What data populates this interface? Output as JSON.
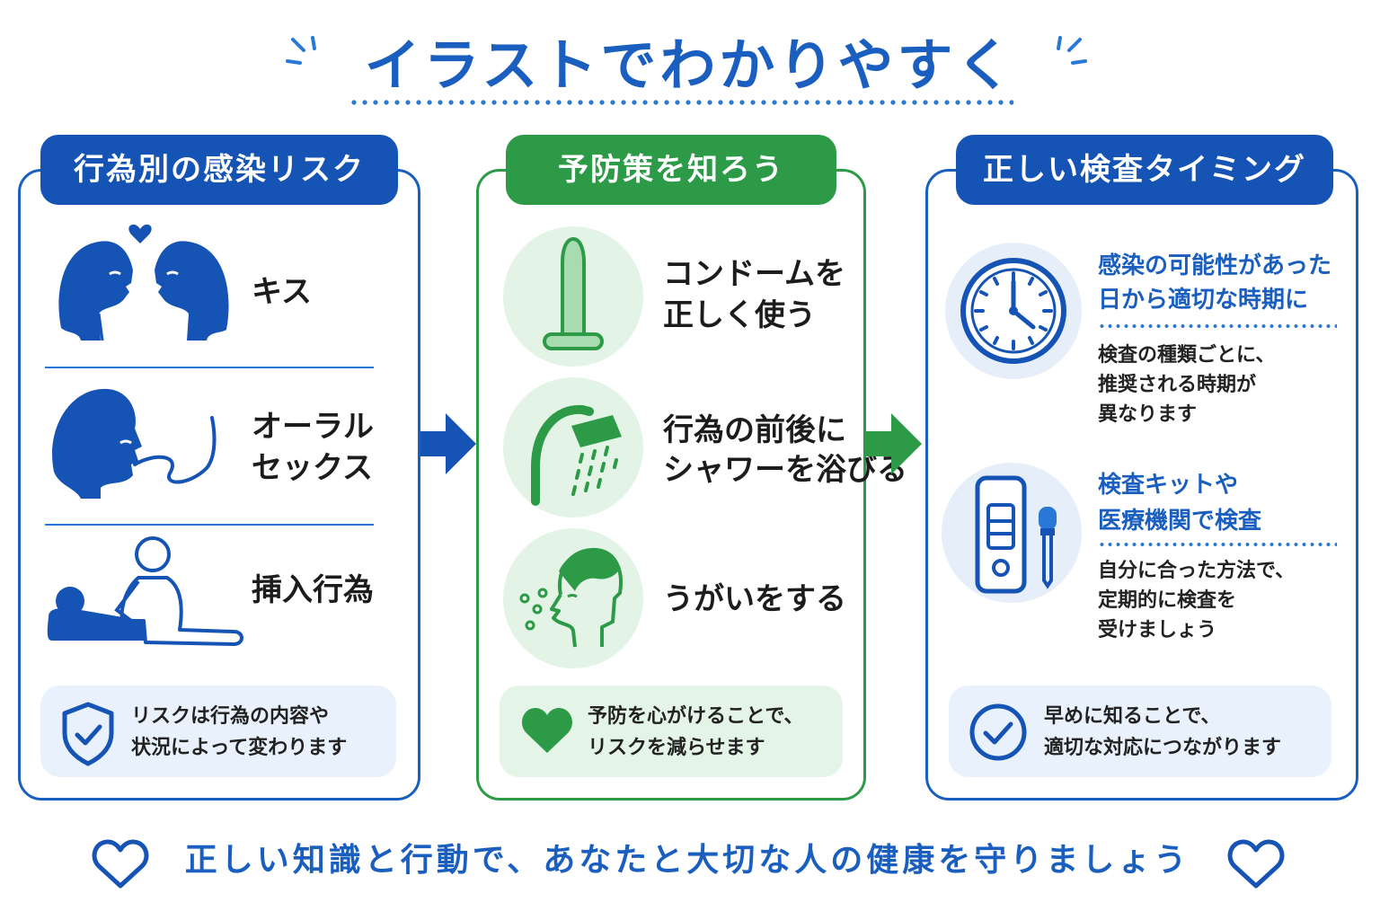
{
  "title": "イラストでわかりやすく",
  "panels": {
    "risk": {
      "heading": "行為別の感染リスク",
      "items": [
        {
          "label_line1": "キス",
          "label_line2": ""
        },
        {
          "label_line1": "オーラル",
          "label_line2": "セックス"
        },
        {
          "label_line1": "挿入行為",
          "label_line2": ""
        }
      ],
      "note_line1": "リスクは行為の内容や",
      "note_line2": "状況によって変わります"
    },
    "prevention": {
      "heading": "予防策を知ろう",
      "items": [
        {
          "label_line1": "コンドームを",
          "label_line2": "正しく使う"
        },
        {
          "label_line1": "行為の前後に",
          "label_line2": "シャワーを浴びる"
        },
        {
          "label_line1": "うがいをする",
          "label_line2": ""
        }
      ],
      "note_line1": "予防を心がけることで、",
      "note_line2": "リスクを減らせます"
    },
    "testing": {
      "heading": "正しい検査タイミング",
      "section1": {
        "title_line1": "感染の可能性があった",
        "title_line2": "日から適切な時期に",
        "body_line1": "検査の種類ごとに、",
        "body_line2": "推奨される時期が",
        "body_line3": "異なります"
      },
      "section2": {
        "title_line1": "検査キットや",
        "title_line2": "医療機関で検査",
        "body_line1": "自分に合った方法で、",
        "body_line2": "定期的に検査を",
        "body_line3": "受けましょう"
      },
      "note_line1": "早めに知ることで、",
      "note_line2": "適切な対応につながります"
    }
  },
  "bottom_message": "正しい知識と行動で、あなたと大切な人の健康を守りましょう",
  "colors": {
    "primary_blue": "#1553b5",
    "accent_blue": "#2a78d6",
    "primary_green": "#2c9a47",
    "light_blue_bg": "#e8f1fc",
    "light_green_bg": "#e4f4e6"
  },
  "icons": {
    "kiss": "kiss-couple-icon",
    "oral": "oral-icon",
    "insertion": "insertion-icon",
    "condom": "condom-icon",
    "shower": "shower-icon",
    "gargle": "gargle-icon",
    "clock": "clock-icon",
    "test_kit": "test-kit-icon",
    "shield": "shield-check-icon",
    "heart": "heart-icon",
    "check": "check-circle-icon"
  }
}
